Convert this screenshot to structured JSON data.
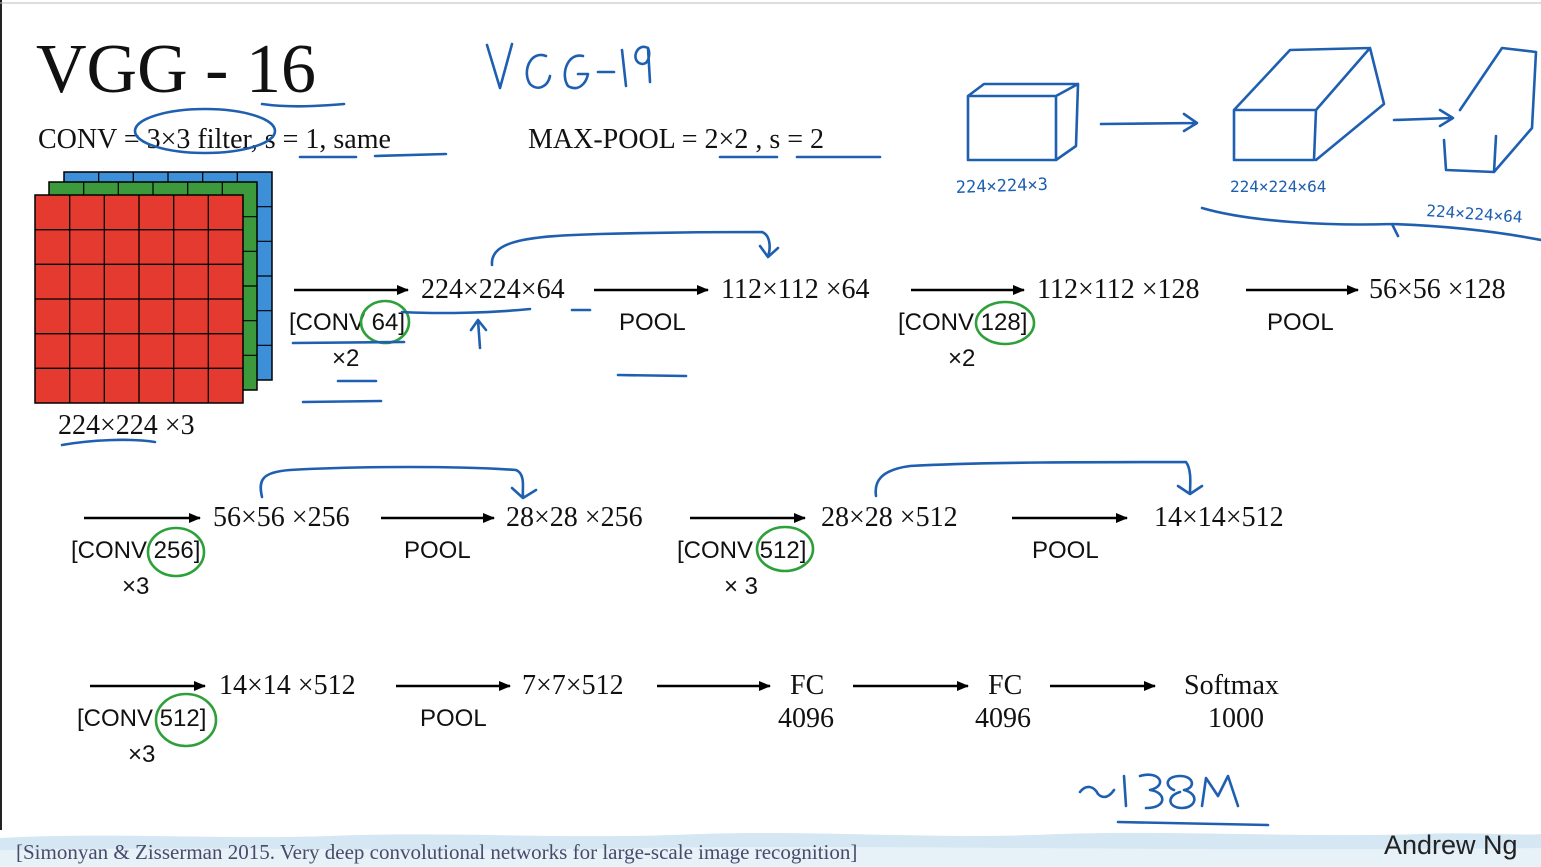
{
  "title": "VGG - 16",
  "conv_def": "CONV = 3×3 filter, s = 1, same",
  "pool_def": "MAX-POOL = 2×2 , s = 2",
  "input_label": "224×224 ×3",
  "row1": {
    "op1": "[CONV 64]",
    "op1_mult": "×2",
    "n1": "224×224×64",
    "op2": "POOL",
    "n2": "112×112 ×64",
    "op3": "[CONV 128]",
    "op3_mult": "×2",
    "n3": "112×112 ×128",
    "op4": "POOL",
    "n4": "56×56 ×128"
  },
  "row2": {
    "op1": "[CONV 256]",
    "op1_mult": "×3",
    "n1": "56×56 ×256",
    "op2": "POOL",
    "n2": "28×28 ×256",
    "op3": "[CONV 512]",
    "op3_mult": "× 3",
    "n3": "28×28 ×512",
    "op4": "POOL",
    "n4": "14×14×512"
  },
  "row3": {
    "op1": "[CONV 512]",
    "op1_mult": "×3",
    "n1": "14×14 ×512",
    "op2": "POOL",
    "n2": "7×7×512",
    "fc1": "FC",
    "fc1_n": "4096",
    "fc2": "FC",
    "fc2_n": "4096",
    "out": "Softmax",
    "out_n": "1000"
  },
  "handwritten": {
    "variant": "VGG-19",
    "sketch_labels": [
      "224×224×3",
      "224×224×64",
      "224×224×64"
    ],
    "params": "~138M"
  },
  "citation": "[Simonyan & Zisserman 2015. Very deep convolutional networks for large-scale image recognition]",
  "author": "Andrew Ng",
  "colors": {
    "ink_blue": "#1f5fb0",
    "ink_green": "#2ea03a",
    "grid_red": "#e53a2f",
    "grid_green": "#3c9a3c",
    "grid_blue": "#3d8fd8"
  }
}
